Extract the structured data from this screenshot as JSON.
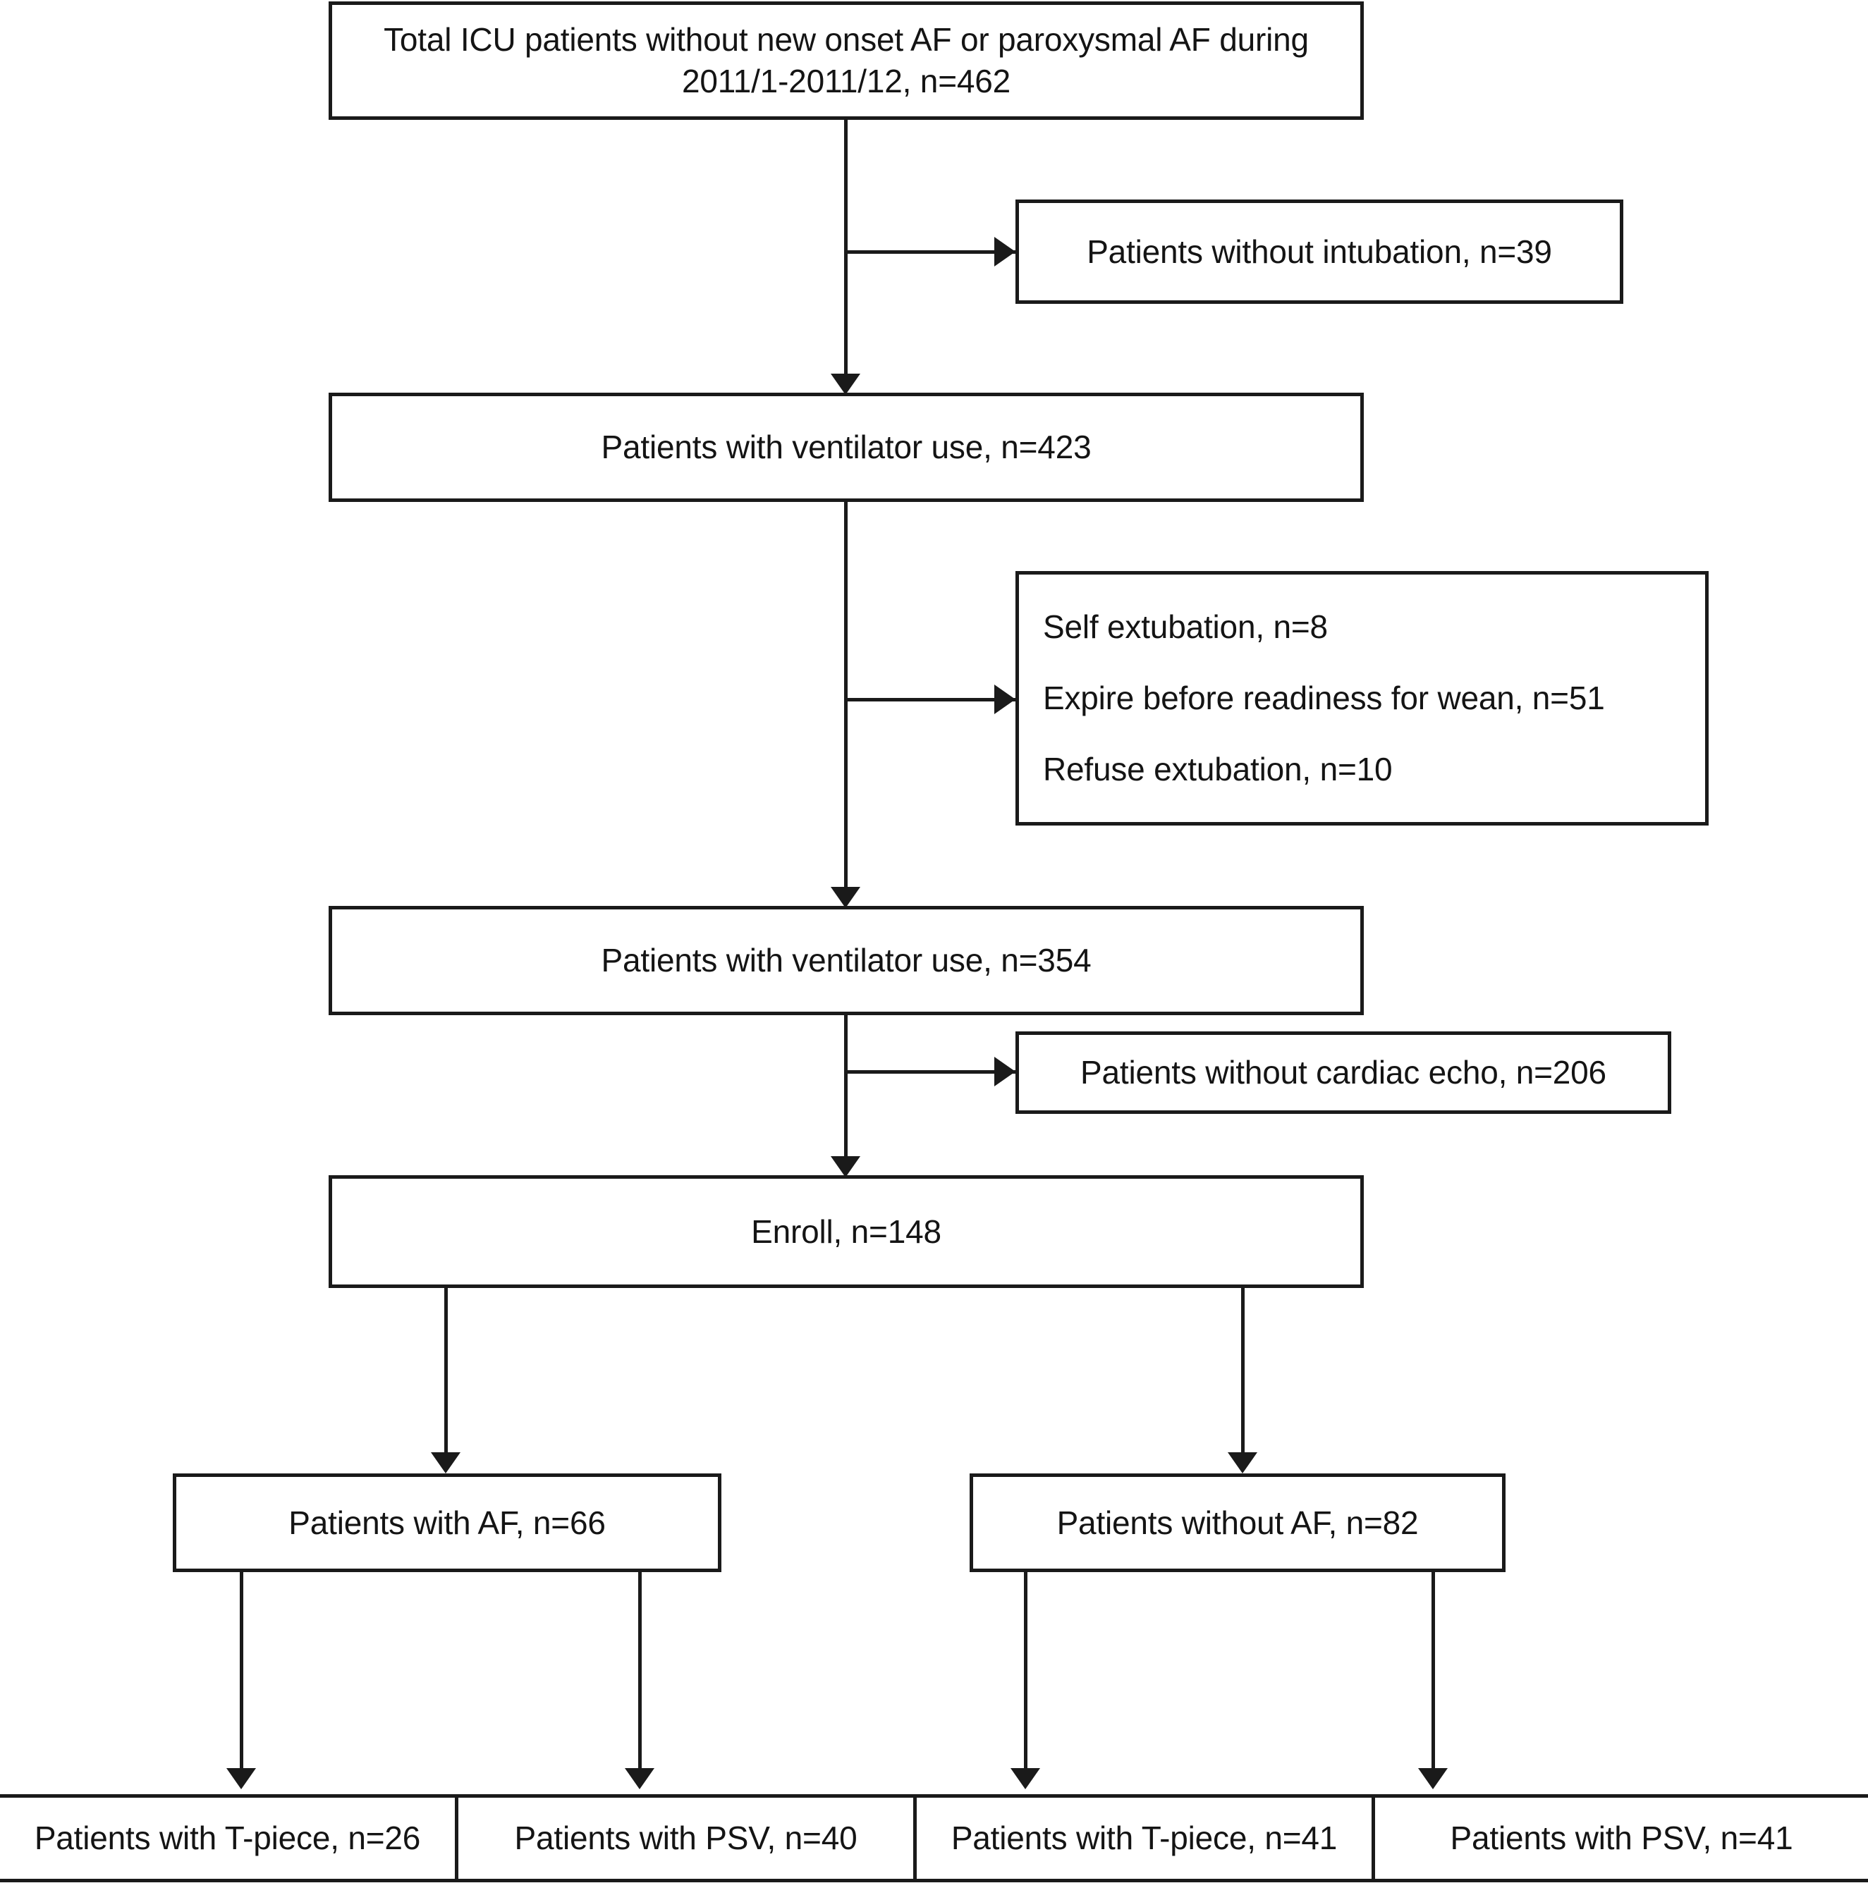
{
  "diagram": {
    "title": "Patient enrollment flow diagram",
    "type": "flowchart",
    "stroke_color": "#1a1a1a",
    "background_color": "#ffffff"
  },
  "nodes": {
    "total_icu": {
      "line1": "Total ICU patients without new onset AF or paroxysmal AF during",
      "line2": "2011/1-2011/12, n=462"
    },
    "no_intubation": {
      "line1": "Patients without intubation, n=39"
    },
    "ventilator_423": {
      "line1": "Patients with ventilator use, n=423"
    },
    "exclusions": {
      "line1": "Self extubation, n=8",
      "line2": "Expire before readiness for wean, n=51",
      "line3": "Refuse extubation, n=10"
    },
    "ventilator_354": {
      "line1": "Patients with ventilator use, n=354"
    },
    "no_echo": {
      "line1": "Patients without cardiac echo, n=206"
    },
    "enroll": {
      "line1": "Enroll, n=148"
    },
    "with_af": {
      "line1": "Patients with AF, n=66"
    },
    "without_af": {
      "line1": "Patients without AF, n=82"
    },
    "af_tpiece": {
      "line1": "Patients with T-piece, n=26"
    },
    "af_psv": {
      "line1": "Patients with PSV, n=40"
    },
    "noaf_tpiece": {
      "line1": "Patients with T-piece, n=41"
    },
    "noaf_psv": {
      "line1": "Patients with PSV, n=41"
    }
  },
  "connectors": {
    "stem_total_to_vent423": "vertical-arrow",
    "branch_no_intubation": "horizontal-arrow-right",
    "stem_vent423_to_vent354": "vertical-arrow",
    "branch_exclusions": "horizontal-arrow-right",
    "stem_vent354_to_enroll": "vertical-arrow",
    "branch_no_echo": "horizontal-arrow-right",
    "split_enroll_left": "vertical-arrow",
    "split_enroll_right": "vertical-arrow",
    "split_af_tpiece": "vertical-arrow",
    "split_af_psv": "vertical-arrow",
    "split_noaf_tpiece": "vertical-arrow",
    "split_noaf_psv": "vertical-arrow"
  }
}
